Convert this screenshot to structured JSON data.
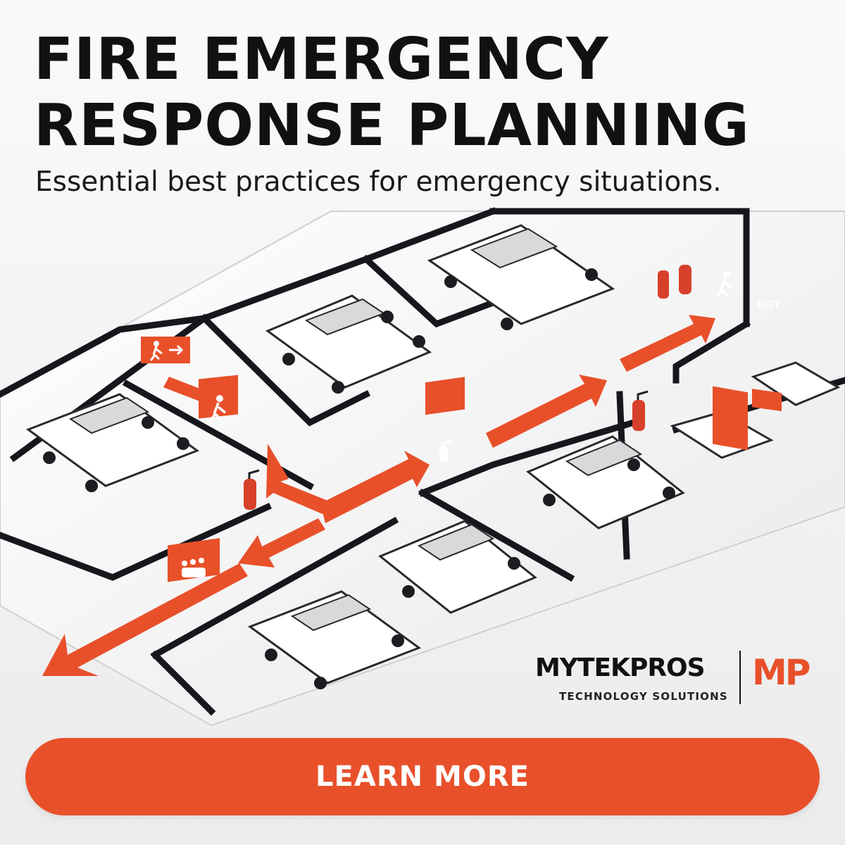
{
  "headline": {
    "line1": "FIRE EMERGENCY",
    "line2": "RESPONSE PLANNING"
  },
  "subtitle": "Essential best practices for emergency situations.",
  "floorplan": {
    "exit_sign_label": "EXIT",
    "icons": [
      "exit-running-man-icon",
      "fire-extinguisher-icon",
      "assembly-point-icon",
      "exit-arrow-icon"
    ]
  },
  "brand": {
    "name": "MYTEKPROS",
    "tagline": "TECHNOLOGY SOLUTIONS",
    "mark": "MP"
  },
  "cta": {
    "label": "LEARN MORE"
  },
  "colors": {
    "accent": "#e8502a",
    "text": "#111111",
    "background": "#f3f3f4"
  }
}
